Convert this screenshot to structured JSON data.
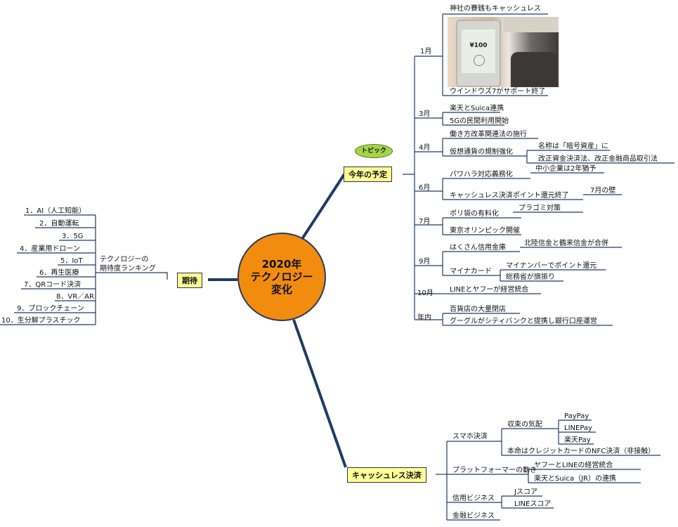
{
  "center": {
    "line1": "2020年",
    "line2": "テクノロジー",
    "line3": "変化"
  },
  "topic_badge": "トピック",
  "branches": {
    "schedule": {
      "label": "今年の予定",
      "months": {
        "jan": {
          "label": "1月",
          "items": [
            "神社の賽銭もキャッシュレス",
            "ウインドウズ7がサポート終了"
          ],
          "photo": {
            "amount": "¥100",
            "icon": "smartphone-payment-photo"
          }
        },
        "mar": {
          "label": "3月",
          "items": [
            "楽天とSuica連携",
            "5Gの民間利用開始"
          ]
        },
        "apr": {
          "label": "4月",
          "items": [
            "働き方改革関連法の施行",
            "仮想通貨の規制強化"
          ],
          "sub": [
            "名称は「暗号資産」に",
            "改正資金決済法、改正金融商品取引法"
          ]
        },
        "jun": {
          "label": "6月",
          "items": [
            "パワハラ対応義務化",
            "キャッシュレス決済ポイント還元終了"
          ],
          "sub": [
            "中小企業は2年猶予",
            "7月の壁"
          ]
        },
        "jul": {
          "label": "7月",
          "items": [
            "ポリ袋の有料化",
            "東京オリンピック開催"
          ],
          "sub": [
            "プラゴミ対策"
          ]
        },
        "sep": {
          "label": "9月",
          "items": [
            "はくさん信用金庫",
            "マイナカード"
          ],
          "sub": [
            "北陸信金と鶴来信金が合併",
            "マイナンバーでポイント還元",
            "総務省が旗振り"
          ]
        },
        "oct": {
          "label": "10月",
          "items": [
            "LINEとヤフーが経営統合"
          ]
        },
        "year_end": {
          "label": "年内",
          "items": [
            "百貨店の大量閉店",
            "グーグルがシティバンクと提携し銀行口座運営"
          ]
        }
      }
    },
    "expectations": {
      "label": "期待",
      "node": {
        "line1": "テクノロジーの",
        "line2": "期待度ランキング"
      },
      "ranking": [
        "1．AI（人工知能）",
        "2．自動運転",
        "3．5G",
        "4．産業用ドローン",
        "5．IoT",
        "6．再生医療",
        "7．QRコード決済",
        "8．VR／AR",
        "9．ブロックチェーン",
        "10．生分解プラスチック"
      ]
    },
    "cashless": {
      "label": "キャッシュレス決済",
      "smartphone": {
        "label": "スマホ決済",
        "convergence": {
          "label": "収束の気配",
          "items": [
            "PayPay",
            "LINEPay",
            "楽天Pay"
          ]
        },
        "main": "本命はクレジットカードのNFC決済（非接触）"
      },
      "platform": {
        "label": "プラットフォーマーの動き",
        "items": [
          "ヤフーとLINEの経営統合",
          "楽天とSuica（JR）の連携"
        ]
      },
      "credit": {
        "label": "信用ビジネス",
        "items": [
          "Jスコア",
          "LINEスコア"
        ]
      },
      "finance": {
        "label": "金融ビジネス"
      }
    }
  },
  "colors": {
    "center_fill": "#f28c0f",
    "branch_box": "#ffff99",
    "topic_badge": "#a5d44a",
    "line": "#1f3b66"
  }
}
